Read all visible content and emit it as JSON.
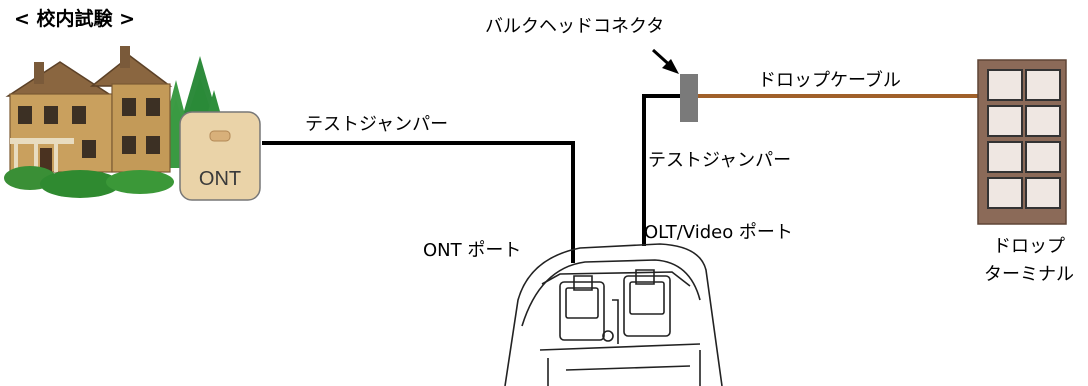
{
  "title": "< 校内試験 >",
  "labels": {
    "bulkhead_connector": "バルクヘッドコネクタ",
    "drop_cable": "ドロップケーブル",
    "test_jumper_ont": "テストジャンパー",
    "test_jumper_olt": "テストジャンパー",
    "ont_port": "ONT ポート",
    "olt_video_port": "OLT/Video ポート",
    "drop_terminal_line1": "ドロップ",
    "drop_terminal_line2": "ターミナル",
    "ont_device": "ONT"
  },
  "icons": [
    "house-icon",
    "tree-icon",
    "ont-device-icon",
    "bulkhead-connector-icon",
    "drop-terminal-icon",
    "test-device-icon",
    "arrow-icon"
  ],
  "colors": {
    "drop_cable": "#a0602a",
    "jumper": "#000000",
    "terminal_body": "#8b6a58",
    "ont_box": "#ead3a8",
    "house_wall": "#c9a05e",
    "tree": "#2a8b3a"
  }
}
